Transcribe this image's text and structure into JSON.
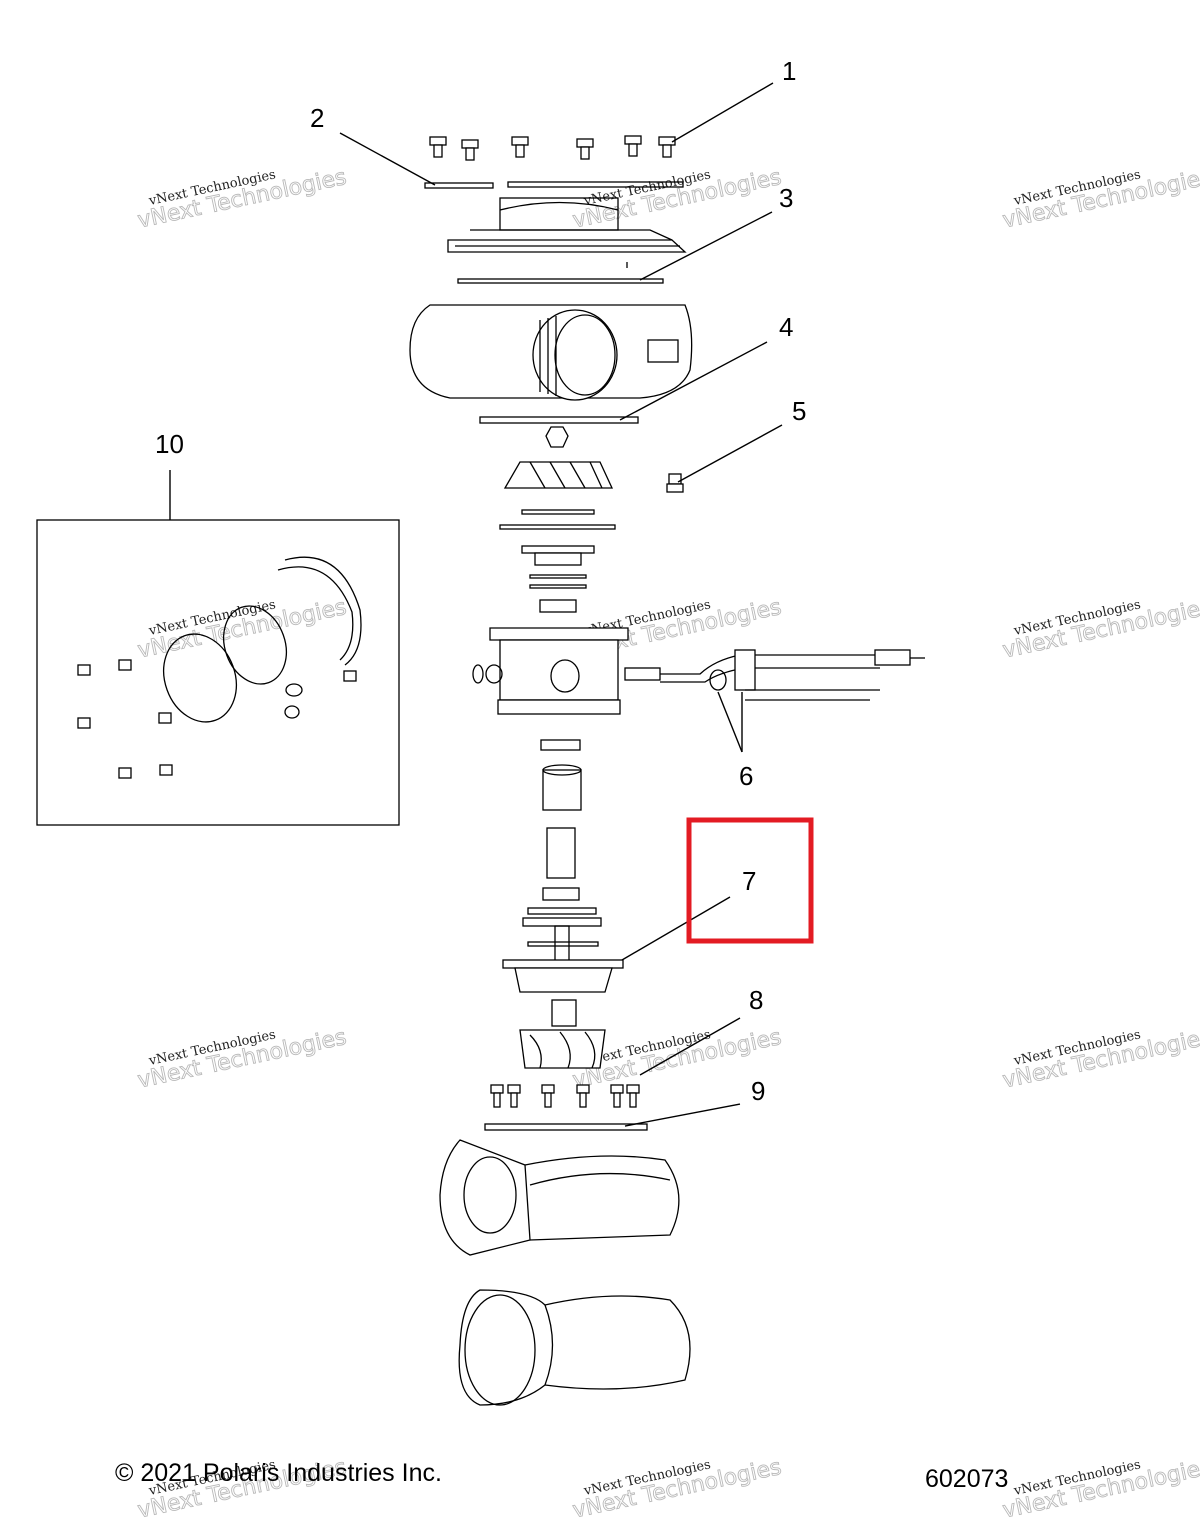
{
  "diagram": {
    "callouts": [
      "1",
      "2",
      "3",
      "4",
      "5",
      "6",
      "7",
      "8",
      "9",
      "10"
    ],
    "highlight_color": "#e31b23",
    "highlighted_callout": "7"
  },
  "footer": {
    "copyright": "© 2021 Polaris Industries Inc.",
    "figure_number": "602073"
  },
  "watermark": {
    "line1": "vNext Technologies",
    "line2": "vNext Technologies"
  }
}
